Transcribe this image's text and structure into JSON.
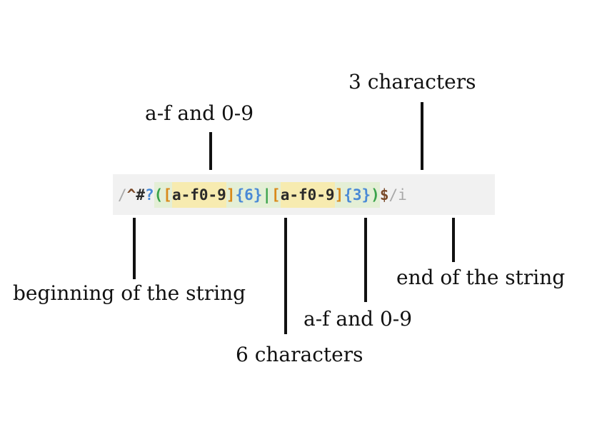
{
  "regex_tokens": {
    "delim_open": "/",
    "caret": "^",
    "hash": "#",
    "optional": "?",
    "paren_open": "(",
    "class1": {
      "open": "[",
      "body": "a-f0-9",
      "close": "]"
    },
    "quant6": "{6}",
    "pipe": "|",
    "class2": {
      "open": "[",
      "body": "a-f0-9",
      "close": "]"
    },
    "quant3": "{3}",
    "paren_close": ")",
    "dollar": "$",
    "delim_close": "/",
    "flag": "i"
  },
  "annotations": {
    "three_chars": "3 characters",
    "af09_top": "a-f and 0-9",
    "beginning": "beginning of the string",
    "six_chars": "6 characters",
    "af09_bottom": "a-f and 0-9",
    "end": "end of the string"
  }
}
